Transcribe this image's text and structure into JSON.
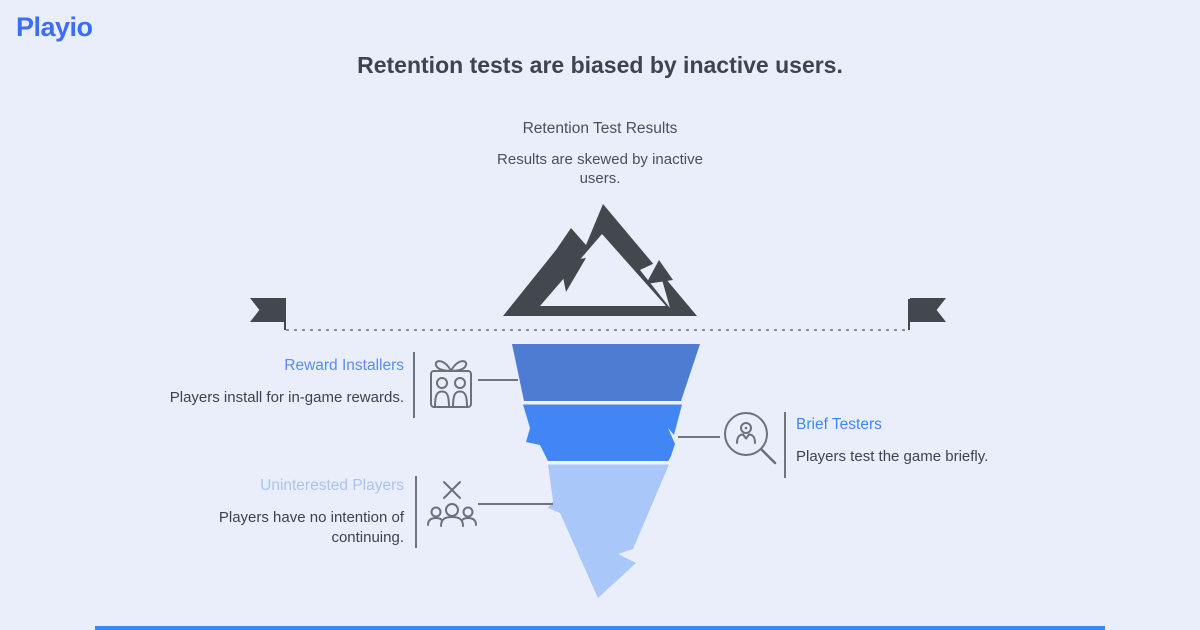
{
  "page": {
    "background_color": "#e9eefa",
    "accent_bar_color": "#4285f4"
  },
  "brand": {
    "logo_text": "Playio",
    "logo_color": "#3c6ef5"
  },
  "title": "Retention tests are biased by inactive users.",
  "iceberg_top": {
    "heading": "Retention Test Results",
    "description": "Results are skewed by inactive users.",
    "mountain_color": "#43484e",
    "flag_color": "#43484e"
  },
  "segments": [
    {
      "label": "Reward Installers",
      "description": "Players install for in-game rewards.",
      "color": "#4d7cd2",
      "label_color": "#5b8cee",
      "side": "left",
      "icon": "gift-players-icon"
    },
    {
      "label": "Brief Testers",
      "description": "Players test the game briefly.",
      "color": "#4285f4",
      "label_color": "#4285f4",
      "side": "right",
      "icon": "search-player-icon"
    },
    {
      "label": "Uninterested Players",
      "description": "Players have no intention of continuing.",
      "color": "#a9c7f8",
      "label_color": "#a9c4f1",
      "side": "left",
      "icon": "excluded-players-icon"
    }
  ]
}
